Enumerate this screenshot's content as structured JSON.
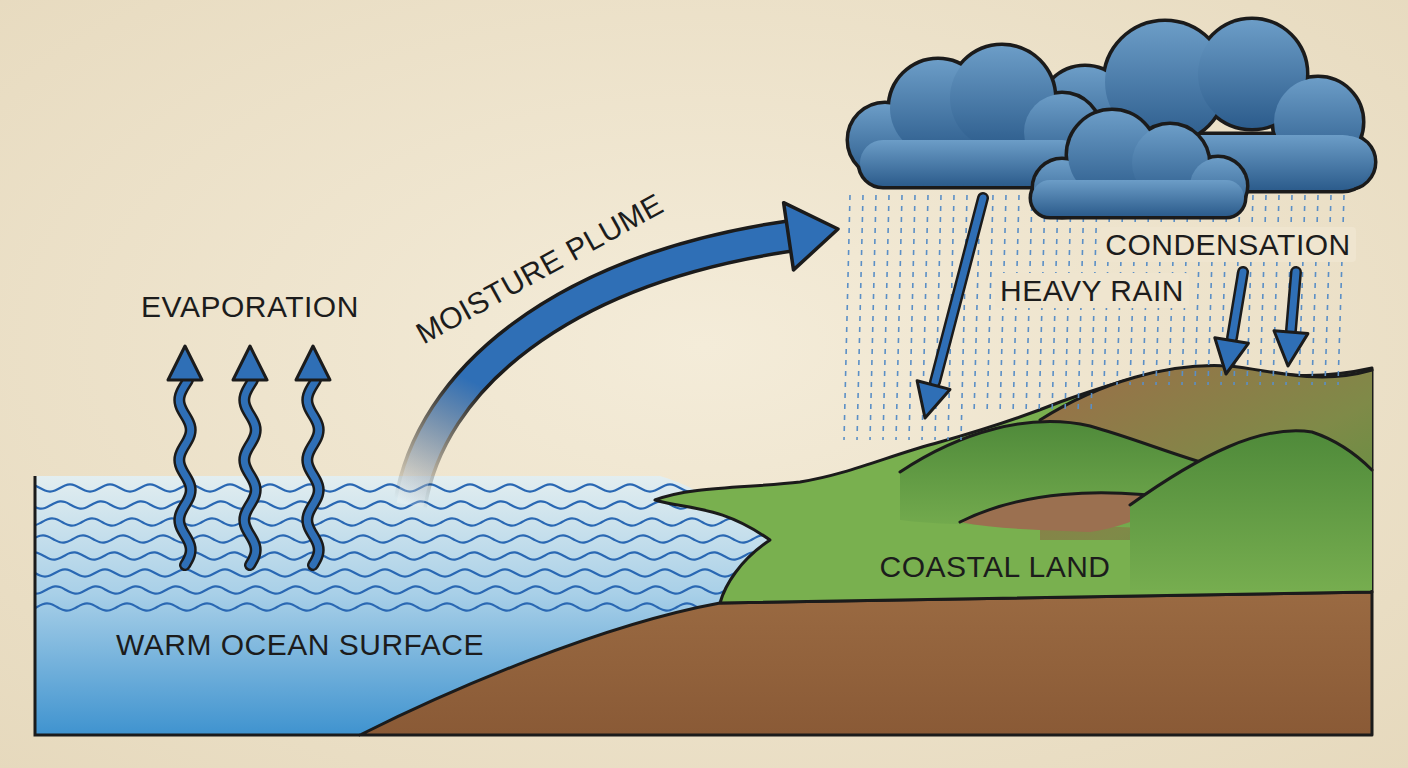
{
  "diagram": {
    "labels": [
      "EVAPORATION",
      "MOISTURE PLUME",
      "HEAVY RAIN",
      "CONDENSATION",
      "COASTAL LAND",
      "WARM OCEAN SURFACE"
    ]
  }
}
